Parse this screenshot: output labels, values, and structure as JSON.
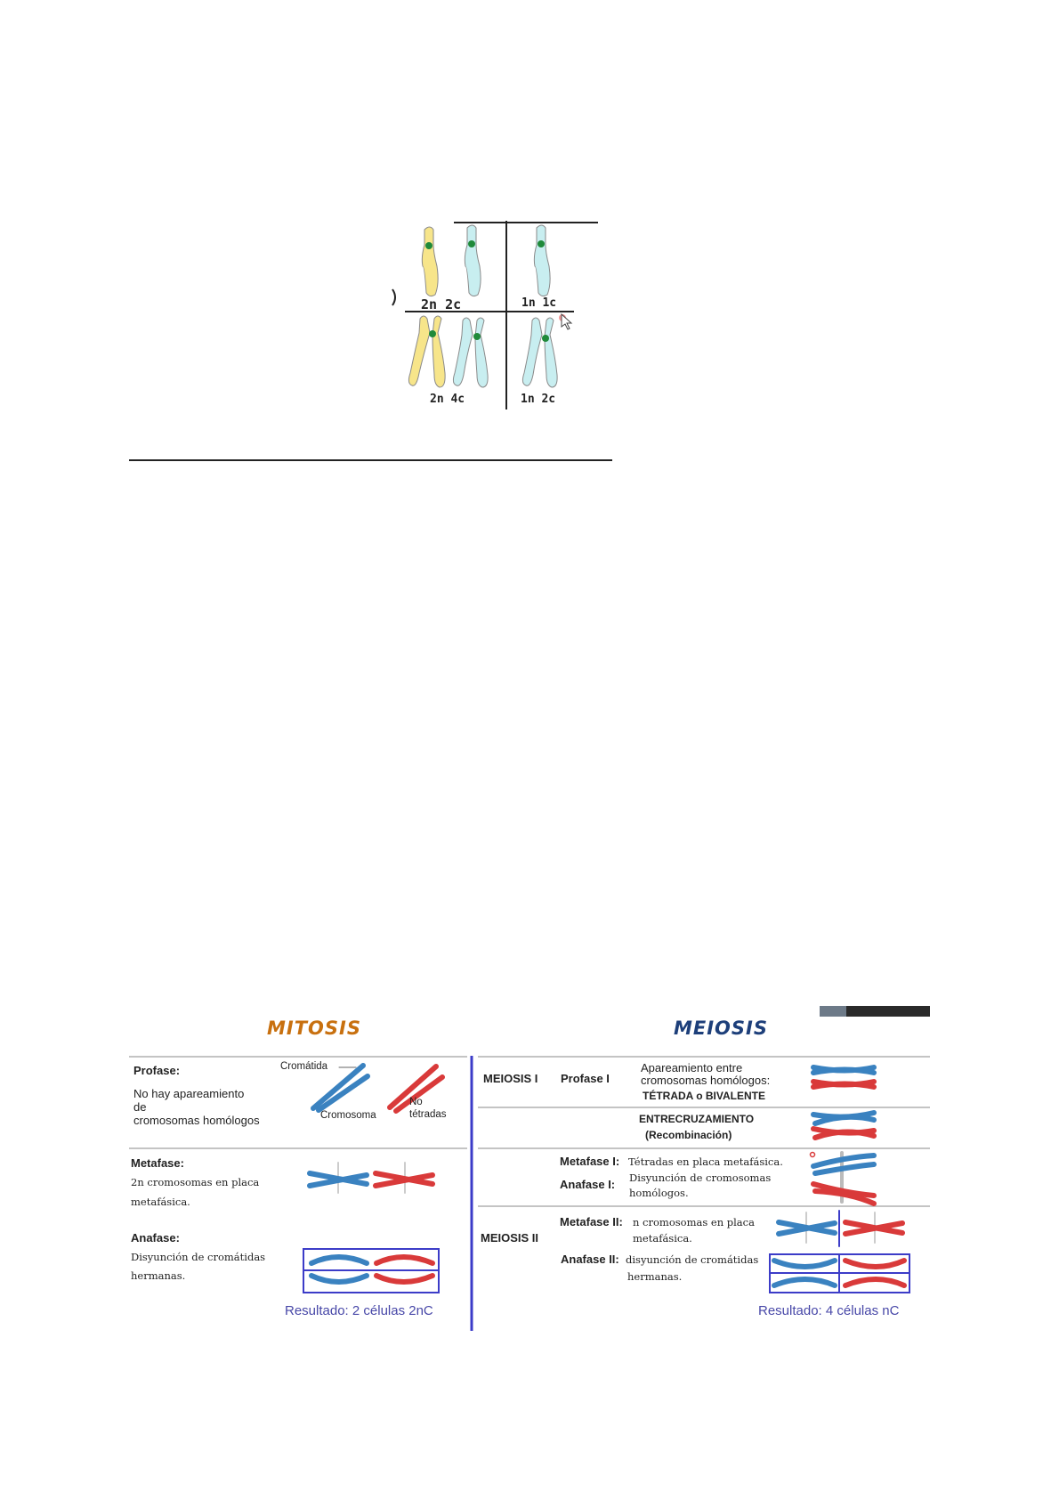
{
  "top_figure": {
    "labels": {
      "top_left": "2n  2c",
      "top_right": "1n  1c",
      "bottom_left": "2n  4c",
      "bottom_right": "1n  2c"
    },
    "colors": {
      "yellow": "#f7e58a",
      "cyan": "#c8eef0",
      "centromere": "#1f8a3a"
    }
  },
  "comparison_figure": {
    "mitosis": {
      "title": "MITOSIS",
      "profase_title": "Profase:",
      "profase_text": [
        "No hay apareamiento",
        "de",
        "cromosomas homólogos"
      ],
      "label_cromatida": "Cromátida",
      "label_cromosoma": "Cromosoma",
      "label_no": "No",
      "label_tetradas": "tétradas",
      "metafase_title": "Metafase:",
      "metafase_text": [
        "2n cromosomas en placa",
        "metafásica."
      ],
      "anafase_title": "Anafase:",
      "anafase_text": [
        "Disyunción de cromátidas",
        "hermanas."
      ],
      "result": "Resultado: 2 células 2nC"
    },
    "meiosis": {
      "title": "MEIOSIS",
      "meiosis1": "MEIOSIS I",
      "profase1": "Profase I",
      "profase1_text": [
        "Apareamiento entre",
        "cromosomas homólogos:",
        "TÉTRADA o BIVALENTE"
      ],
      "crossing": "ENTRECRUZAMIENTO",
      "crossing_sub": "(Recombinación)",
      "metafase1": "Metafase I:",
      "metafase1_text": "Tétradas en placa metafásica.",
      "anafase1": "Anafase I:",
      "anafase1_text": [
        "Disyunción de cromosomas",
        "homólogos."
      ],
      "meiosis2": "MEIOSIS II",
      "metafase2": "Metafase II:",
      "metafase2_text": [
        "n cromosomas en placa",
        "metafásica."
      ],
      "anafase2": "Anafase II:",
      "anafase2_text": [
        "disyunción de cromátidas",
        "hermanas."
      ],
      "result": "Resultado: 4 células nC"
    },
    "colors": {
      "mitosis_title": "#c8700f",
      "meiosis_title": "#1d3f7a",
      "blue": "#3a82c0",
      "red": "#d93a3a",
      "divider": "#3c3cc8",
      "result": "#4848a8"
    }
  }
}
